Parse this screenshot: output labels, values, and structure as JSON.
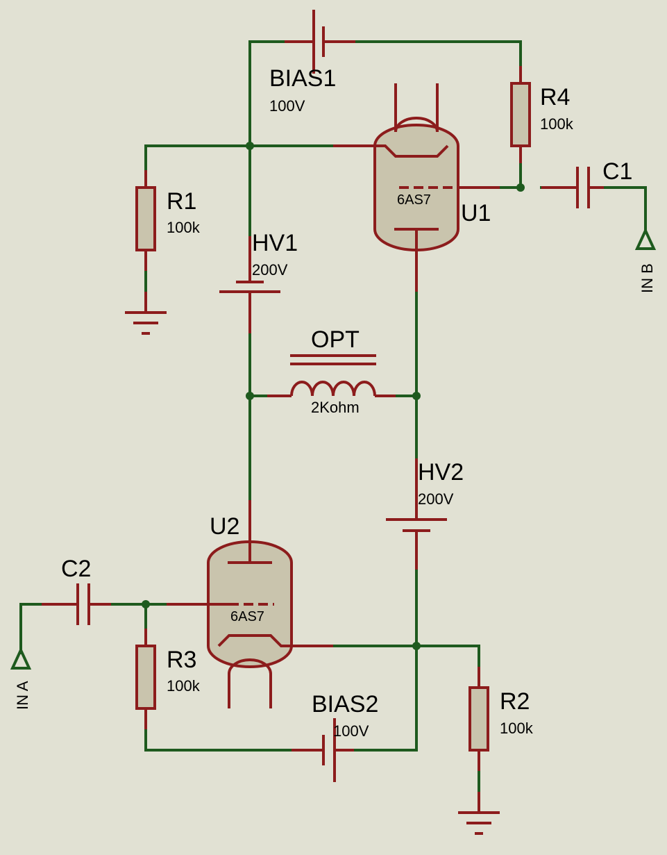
{
  "colors": {
    "background": "#e1e1d3",
    "wire": "#1e5a1e",
    "component": "#8c1c1c",
    "body_fill": "#c9c4ad",
    "junction": "#1e5a1e"
  },
  "components": {
    "bias1": {
      "ref": "BIAS1",
      "value": "100V"
    },
    "bias2": {
      "ref": "BIAS2",
      "value": "100V"
    },
    "hv1": {
      "ref": "HV1",
      "value": "200V"
    },
    "hv2": {
      "ref": "HV2",
      "value": "200V"
    },
    "r1": {
      "ref": "R1",
      "value": "100k"
    },
    "r2": {
      "ref": "R2",
      "value": "100k"
    },
    "r3": {
      "ref": "R3",
      "value": "100k"
    },
    "r4": {
      "ref": "R4",
      "value": "100k"
    },
    "c1": {
      "ref": "C1"
    },
    "c2": {
      "ref": "C2"
    },
    "u1": {
      "ref": "U1",
      "type": "6AS7"
    },
    "u2": {
      "ref": "U2",
      "type": "6AS7"
    },
    "opt": {
      "ref": "OPT",
      "value": "2Kohm"
    }
  },
  "terminals": {
    "in_a": "IN A",
    "in_b": "IN B"
  }
}
